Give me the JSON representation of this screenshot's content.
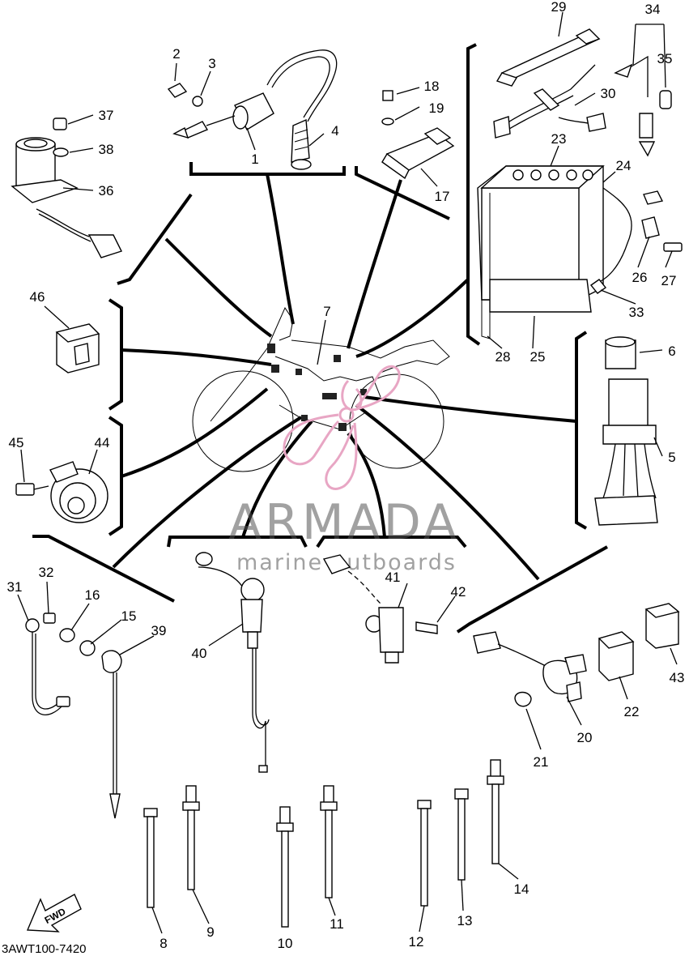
{
  "diagram_code": "3AWT100-7420",
  "fwd_label": "FWD",
  "watermark": {
    "brand": "ARMADA",
    "tagline": "marine outboards",
    "logo_color": "#e8a6c4"
  },
  "callouts": {
    "c1": "1",
    "c2": "2",
    "c3": "3",
    "c4": "4",
    "c5": "5",
    "c6": "6",
    "c7": "7",
    "c8": "8",
    "c9": "9",
    "c10": "10",
    "c11": "11",
    "c12": "12",
    "c13": "13",
    "c14": "14",
    "c15": "15",
    "c16": "16",
    "c17": "17",
    "c18": "18",
    "c19": "19",
    "c20": "20",
    "c21": "21",
    "c22": "22",
    "c23": "23",
    "c24": "24",
    "c25": "25",
    "c26": "26",
    "c27": "27",
    "c28": "28",
    "c29": "29",
    "c30": "30",
    "c31": "31",
    "c32": "32",
    "c33": "33",
    "c34": "34",
    "c35": "35",
    "c36": "36",
    "c37": "37",
    "c38": "38",
    "c39": "39",
    "c40": "40",
    "c41": "41",
    "c42": "42",
    "c43": "43",
    "c44": "44",
    "c45": "45",
    "c46": "46"
  }
}
